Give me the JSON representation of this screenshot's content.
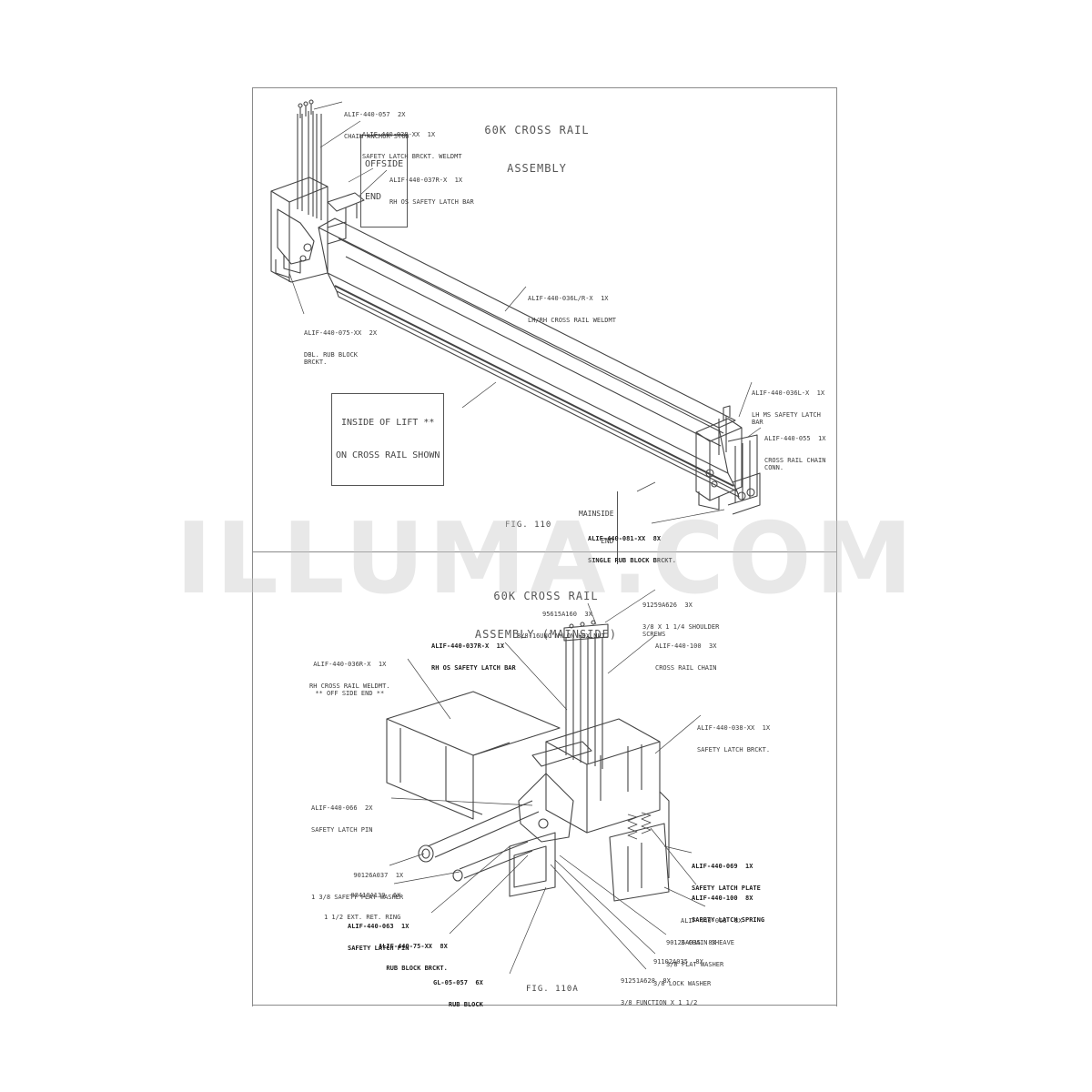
{
  "top_figure": {
    "title_line1": "60K CROSS RAIL",
    "title_line2": "ASSEMBLY",
    "fig_label": "FIG. 110",
    "offside_box_line1": "OFFSIDE",
    "offside_box_line2": "END",
    "inside_box_line1": "INSIDE OF LIFT **",
    "inside_box_line2": "ON CROSS RAIL SHOWN",
    "mainside_box_line1": "MAINSIDE",
    "mainside_box_line2": "END",
    "callouts": [
      {
        "part": "ALIF-440-057  2X",
        "desc": "CHAIN ANCHOR STUD"
      },
      {
        "part": "ALIF-440-038-XX  1X",
        "desc": "SAFETY LATCH BRCKT. WELDMT"
      },
      {
        "part": "ALIF-440-037R-X  1X",
        "desc": "RH OS SAFETY LATCH BAR"
      },
      {
        "part": "ALIF-440-075-XX  2X",
        "desc": "DBL. RUB BLOCK\nBRCKT."
      },
      {
        "part": "ALIF-440-036L/R-X  1X",
        "desc": "LH/RH CROSS RAIL WELDMT"
      },
      {
        "part": "ALIF-440-036L-X  1X",
        "desc": "LH MS SAFETY LATCH\nBAR"
      },
      {
        "part": "ALIF-440-055  1X",
        "desc": "CROSS RAIL CHAIN\nCONN."
      },
      {
        "part": "ALIF-440-081-XX  8X",
        "desc": "SINGLE RUB BLOCK BRCKT."
      }
    ]
  },
  "bottom_figure": {
    "title_line1": "60K CROSS RAIL",
    "title_line2": "ASSEMBLY (MAINSIDE)",
    "fig_label": "FIG. 110A",
    "callouts": [
      {
        "part": "91259A626  3X",
        "desc": "3/8 X 1 1/4 SHOULDER\nSCREWS"
      },
      {
        "part": "95615A160  3X",
        "desc": "3/8-16UNC NYLON HEX NUT"
      },
      {
        "part": "ALIF-440-037R-X  1X",
        "desc": "RH OS SAFETY LATCH BAR"
      },
      {
        "part": "ALIF-440-036R-X  1X",
        "desc": "RH CROSS RAIL WELDMT.\n** OFF SIDE END **"
      },
      {
        "part": "ALIF-440-100  3X",
        "desc": "CROSS RAIL CHAIN"
      },
      {
        "part": "ALIF-440-038-XX  1X",
        "desc": "SAFETY LATCH BRCKT."
      },
      {
        "part": "ALIF-440-066  2X",
        "desc": "SAFETY LATCH PIN"
      },
      {
        "part": "90126A037  1X",
        "desc": "1 3/8 SAFETY FLAT WASHER"
      },
      {
        "part": "98410A139  6X",
        "desc": "1 1/2 EXT. RET. RING"
      },
      {
        "part": "ALIF-440-063  1X",
        "desc": "SAFETY LATCH PIN"
      },
      {
        "part": "ALIF-440-75-XX  8X",
        "desc": "RUB BLOCK BRCKT."
      },
      {
        "part": "GL-05-057  6X",
        "desc": "RUB BLOCK"
      },
      {
        "part": "ALIF-440-069  1X",
        "desc": "SAFETY LATCH PLATE"
      },
      {
        "part": "ALIF-440-100  8X",
        "desc": "SAFETY LATCH SPRING"
      },
      {
        "part": "ALIF-440-068  8X",
        "desc": "3-CHAIN SHEAVE"
      },
      {
        "part": "90126A035  8X",
        "desc": "3/8 FLAT WASHER"
      },
      {
        "part": "91102A035  8X",
        "desc": "3/8 LOCK WASHER"
      },
      {
        "part": "91251A628  8X",
        "desc": "3/8 FUNCTION X 1 1/2"
      }
    ]
  },
  "watermark": "ILLUMA.COM"
}
